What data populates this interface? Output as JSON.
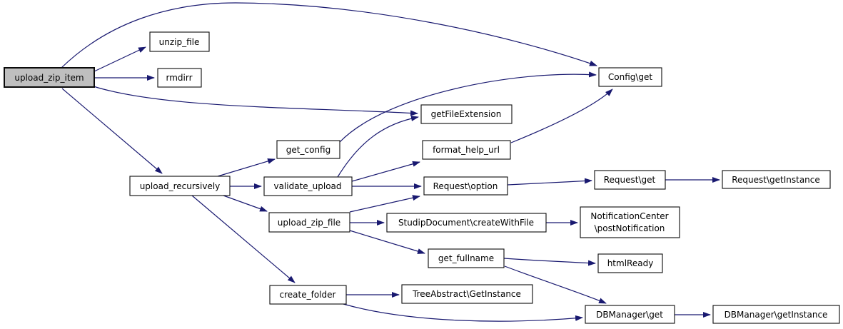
{
  "diagram": {
    "type": "doxygen-call-graph",
    "root_function": "upload_zip_item",
    "colors": {
      "edge": "#191970",
      "node_border": "#0a0a0a",
      "node_fill": "#ffffff",
      "root_node_fill": "#bfbfbf",
      "text": "#000000",
      "background": "#ffffff"
    },
    "nodes": [
      {
        "id": "upload_zip_item",
        "label": "upload_zip_item",
        "is_root": true
      },
      {
        "id": "unzip_file",
        "label": "unzip_file"
      },
      {
        "id": "rmdirr",
        "label": "rmdirr"
      },
      {
        "id": "upload_recursively",
        "label": "upload_recursively"
      },
      {
        "id": "get_config",
        "label": "get_config"
      },
      {
        "id": "validate_upload",
        "label": "validate_upload"
      },
      {
        "id": "upload_zip_file",
        "label": "upload_zip_file"
      },
      {
        "id": "create_folder",
        "label": "create_folder"
      },
      {
        "id": "getFileExtension",
        "label": "getFileExtension"
      },
      {
        "id": "format_help_url",
        "label": "format_help_url"
      },
      {
        "id": "request_option",
        "label": "Request\\option"
      },
      {
        "id": "studipdocument_createwithfile",
        "label": "StudipDocument\\createWithFile"
      },
      {
        "id": "get_fullname",
        "label": "get_fullname"
      },
      {
        "id": "treeabstract_getinstance",
        "label": "TreeAbstract\\GetInstance"
      },
      {
        "id": "config_get",
        "label": "Config\\get"
      },
      {
        "id": "request_get",
        "label": "Request\\get"
      },
      {
        "id": "notificationcenter_postnotification",
        "label_lines": [
          "NotificationCenter",
          "\\postNotification"
        ]
      },
      {
        "id": "htmlready",
        "label": "htmlReady"
      },
      {
        "id": "dbmanager_get",
        "label": "DBManager\\get"
      },
      {
        "id": "request_getinstance",
        "label": "Request\\getInstance"
      },
      {
        "id": "dbmanager_getinstance",
        "label": "DBManager\\getInstance"
      }
    ],
    "edges": [
      {
        "from": "upload_zip_item",
        "to": "unzip_file"
      },
      {
        "from": "upload_zip_item",
        "to": "rmdirr"
      },
      {
        "from": "upload_zip_item",
        "to": "config_get"
      },
      {
        "from": "upload_zip_item",
        "to": "getFileExtension"
      },
      {
        "from": "upload_zip_item",
        "to": "upload_recursively"
      },
      {
        "from": "upload_recursively",
        "to": "get_config"
      },
      {
        "from": "upload_recursively",
        "to": "validate_upload"
      },
      {
        "from": "upload_recursively",
        "to": "upload_zip_file"
      },
      {
        "from": "upload_recursively",
        "to": "create_folder"
      },
      {
        "from": "get_config",
        "to": "config_get"
      },
      {
        "from": "validate_upload",
        "to": "getFileExtension"
      },
      {
        "from": "validate_upload",
        "to": "format_help_url"
      },
      {
        "from": "validate_upload",
        "to": "request_option"
      },
      {
        "from": "format_help_url",
        "to": "config_get"
      },
      {
        "from": "upload_zip_file",
        "to": "request_option"
      },
      {
        "from": "upload_zip_file",
        "to": "studipdocument_createwithfile"
      },
      {
        "from": "upload_zip_file",
        "to": "get_fullname"
      },
      {
        "from": "request_option",
        "to": "request_get"
      },
      {
        "from": "request_get",
        "to": "request_getinstance"
      },
      {
        "from": "studipdocument_createwithfile",
        "to": "notificationcenter_postnotification"
      },
      {
        "from": "get_fullname",
        "to": "htmlready"
      },
      {
        "from": "get_fullname",
        "to": "dbmanager_get"
      },
      {
        "from": "create_folder",
        "to": "treeabstract_getinstance"
      },
      {
        "from": "create_folder",
        "to": "dbmanager_get"
      },
      {
        "from": "dbmanager_get",
        "to": "dbmanager_getinstance"
      }
    ]
  }
}
